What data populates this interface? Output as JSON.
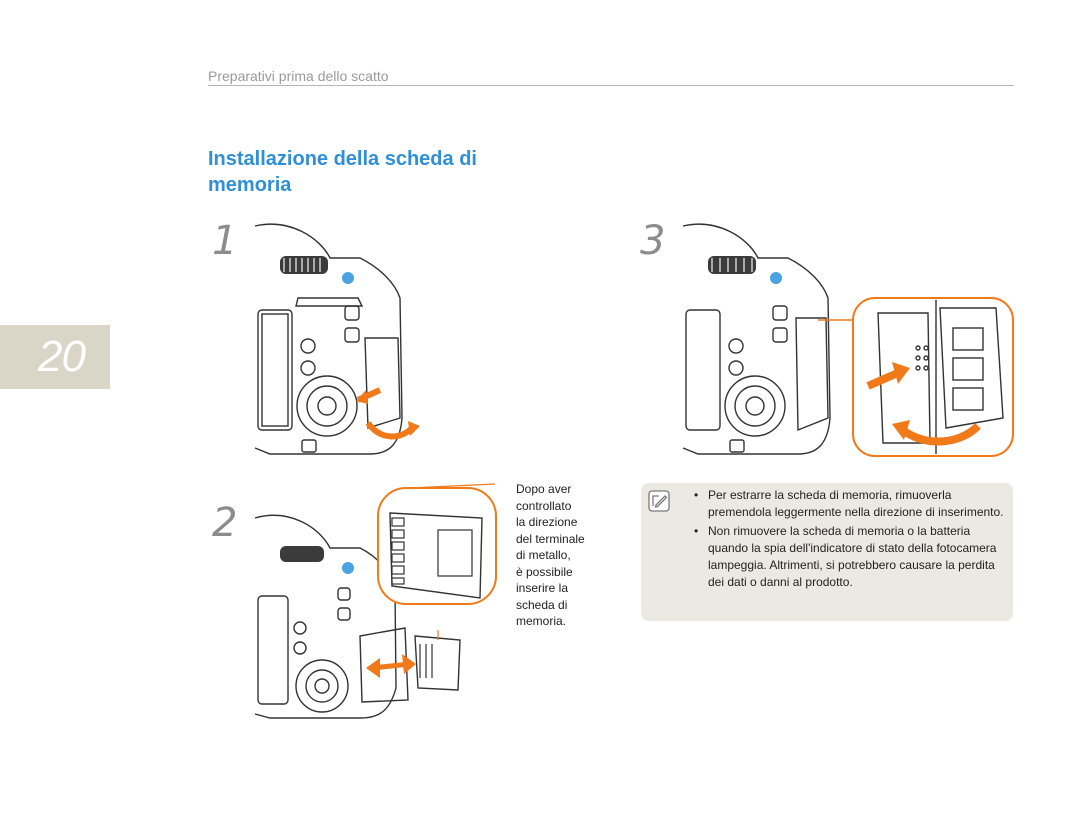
{
  "header": {
    "section": "Preparativi prima dello scatto",
    "page_number": "20"
  },
  "title": "Installazione della scheda di memoria",
  "steps": [
    {
      "number": "1"
    },
    {
      "number": "2",
      "caption": [
        "Dopo aver",
        "controllato",
        "la direzione",
        "del terminale",
        "di metallo,",
        "è possibile",
        "inserire la",
        "scheda di",
        "memoria."
      ]
    },
    {
      "number": "3"
    }
  ],
  "note": {
    "icon": "note-pencil-icon",
    "items": [
      "Per estrarre la scheda di memoria, rimuoverla premendola leggermente nella direzione di inserimento.",
      "Non rimuovere la scheda di memoria o la batteria quando la spia dell'indicatore di stato della fotocamera lampeggia. Altrimenti, si potrebbero causare la perdita dei dati o danni al prodotto."
    ]
  },
  "colors": {
    "accent_blue": "#2f8fd8",
    "arrow_orange": "#f07a1a",
    "tab": "#d9d6c7",
    "note_bg": "#ebe9e1"
  }
}
